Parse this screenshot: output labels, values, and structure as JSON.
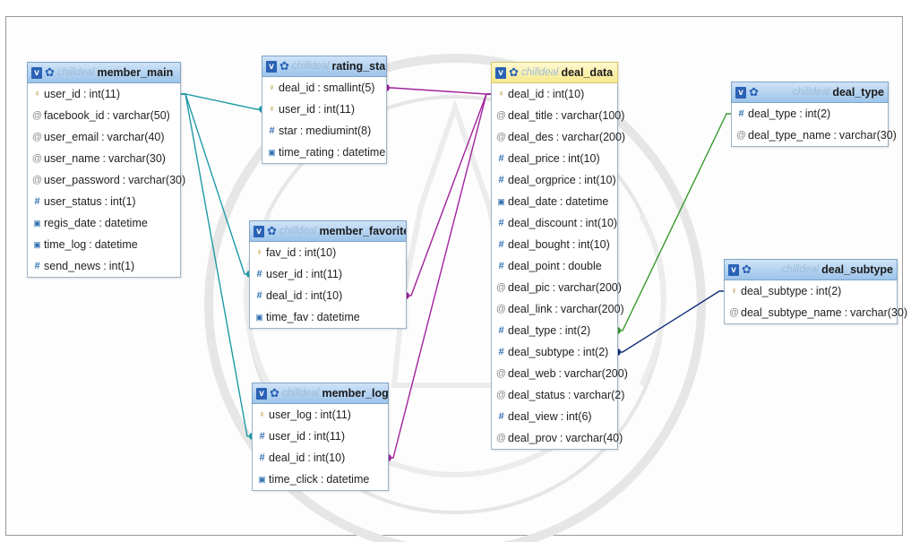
{
  "database": "chilldeal",
  "colors": {
    "teal": "#1e9aa6",
    "magenta": "#a0229c",
    "green": "#3a9a2f",
    "navy": "#12307a",
    "header_blue": "#a9cdee",
    "header_yellow": "#f8ec9c",
    "watermark": "#e6e6e6"
  },
  "tables": [
    {
      "id": "member_main",
      "db": "chilldeal",
      "name": "member_main",
      "highlight": false,
      "columns": [
        {
          "name": "user_id",
          "type": "int(11)",
          "icon": "key-icon"
        },
        {
          "name": "facebook_id",
          "type": "varchar(50)",
          "icon": "text-icon"
        },
        {
          "name": "user_email",
          "type": "varchar(40)",
          "icon": "text-icon"
        },
        {
          "name": "user_name",
          "type": "varchar(30)",
          "icon": "text-icon"
        },
        {
          "name": "user_password",
          "type": "varchar(30)",
          "icon": "text-icon"
        },
        {
          "name": "user_status",
          "type": "int(1)",
          "icon": "number-icon"
        },
        {
          "name": "regis_date",
          "type": "datetime",
          "icon": "datetime-icon"
        },
        {
          "name": "time_log",
          "type": "datetime",
          "icon": "datetime-icon"
        },
        {
          "name": "send_news",
          "type": "int(1)",
          "icon": "number-icon"
        }
      ]
    },
    {
      "id": "rating_star",
      "db": "chilldeal",
      "name": "rating_star",
      "highlight": false,
      "columns": [
        {
          "name": "deal_id",
          "type": "smallint(5)",
          "icon": "key-icon"
        },
        {
          "name": "user_id",
          "type": "int(11)",
          "icon": "key-icon"
        },
        {
          "name": "star",
          "type": "mediumint(8)",
          "icon": "number-icon"
        },
        {
          "name": "time_rating",
          "type": "datetime",
          "icon": "datetime-icon"
        }
      ]
    },
    {
      "id": "member_favorite",
      "db": "chilldeal",
      "name": "member_favorite",
      "highlight": false,
      "columns": [
        {
          "name": "fav_id",
          "type": "int(10)",
          "icon": "key-icon"
        },
        {
          "name": "user_id",
          "type": "int(11)",
          "icon": "number-icon"
        },
        {
          "name": "deal_id",
          "type": "int(10)",
          "icon": "number-icon"
        },
        {
          "name": "time_fav",
          "type": "datetime",
          "icon": "datetime-icon"
        }
      ]
    },
    {
      "id": "member_log",
      "db": "chilldeal",
      "name": "member_log",
      "highlight": false,
      "columns": [
        {
          "name": "user_log",
          "type": "int(11)",
          "icon": "key-icon"
        },
        {
          "name": "user_id",
          "type": "int(11)",
          "icon": "number-icon"
        },
        {
          "name": "deal_id",
          "type": "int(10)",
          "icon": "number-icon"
        },
        {
          "name": "time_click",
          "type": "datetime",
          "icon": "datetime-icon"
        }
      ]
    },
    {
      "id": "deal_data",
      "db": "chilldeal",
      "name": "deal_data",
      "highlight": true,
      "columns": [
        {
          "name": "deal_id",
          "type": "int(10)",
          "icon": "key-icon"
        },
        {
          "name": "deal_title",
          "type": "varchar(100)",
          "icon": "text-icon"
        },
        {
          "name": "deal_des",
          "type": "varchar(200)",
          "icon": "text-icon"
        },
        {
          "name": "deal_price",
          "type": "int(10)",
          "icon": "number-icon"
        },
        {
          "name": "deal_orgprice",
          "type": "int(10)",
          "icon": "number-icon"
        },
        {
          "name": "deal_date",
          "type": "datetime",
          "icon": "datetime-icon"
        },
        {
          "name": "deal_discount",
          "type": "int(10)",
          "icon": "number-icon"
        },
        {
          "name": "deal_bought",
          "type": "int(10)",
          "icon": "number-icon"
        },
        {
          "name": "deal_point",
          "type": "double",
          "icon": "number-icon"
        },
        {
          "name": "deal_pic",
          "type": "varchar(200)",
          "icon": "text-icon"
        },
        {
          "name": "deal_link",
          "type": "varchar(200)",
          "icon": "text-icon"
        },
        {
          "name": "deal_type",
          "type": "int(2)",
          "icon": "number-icon"
        },
        {
          "name": "deal_subtype",
          "type": "int(2)",
          "icon": "number-icon"
        },
        {
          "name": "deal_web",
          "type": "varchar(200)",
          "icon": "text-icon"
        },
        {
          "name": "deal_status",
          "type": "varchar(2)",
          "icon": "text-icon"
        },
        {
          "name": "deal_view",
          "type": "int(6)",
          "icon": "number-icon"
        },
        {
          "name": "deal_prov",
          "type": "varchar(40)",
          "icon": "text-icon"
        }
      ]
    },
    {
      "id": "deal_type",
      "db": "chilldeal",
      "name": "deal_type",
      "highlight": false,
      "columns": [
        {
          "name": "deal_type",
          "type": "int(2)",
          "icon": "number-icon"
        },
        {
          "name": "deal_type_name",
          "type": "varchar(30)",
          "icon": "text-icon"
        }
      ]
    },
    {
      "id": "deal_subtype",
      "db": "chilldeal",
      "name": "deal_subtype",
      "highlight": false,
      "columns": [
        {
          "name": "deal_subtype",
          "type": "int(2)",
          "icon": "key-icon"
        },
        {
          "name": "deal_subtype_name",
          "type": "varchar(30)",
          "icon": "text-icon"
        }
      ]
    }
  ],
  "relations": [
    {
      "from": "member_main.user_id",
      "to": "rating_star.user_id",
      "color": "teal"
    },
    {
      "from": "member_main.user_id",
      "to": "member_favorite.user_id",
      "color": "teal"
    },
    {
      "from": "member_main.user_id",
      "to": "member_log.user_id",
      "color": "teal"
    },
    {
      "from": "deal_data.deal_id",
      "to": "rating_star.deal_id",
      "color": "magenta"
    },
    {
      "from": "deal_data.deal_id",
      "to": "member_favorite.deal_id",
      "color": "magenta"
    },
    {
      "from": "deal_data.deal_id",
      "to": "member_log.deal_id",
      "color": "magenta"
    },
    {
      "from": "deal_type.deal_type",
      "to": "deal_data.deal_type",
      "color": "green"
    },
    {
      "from": "deal_subtype.deal_subtype",
      "to": "deal_data.deal_subtype",
      "color": "navy"
    }
  ]
}
